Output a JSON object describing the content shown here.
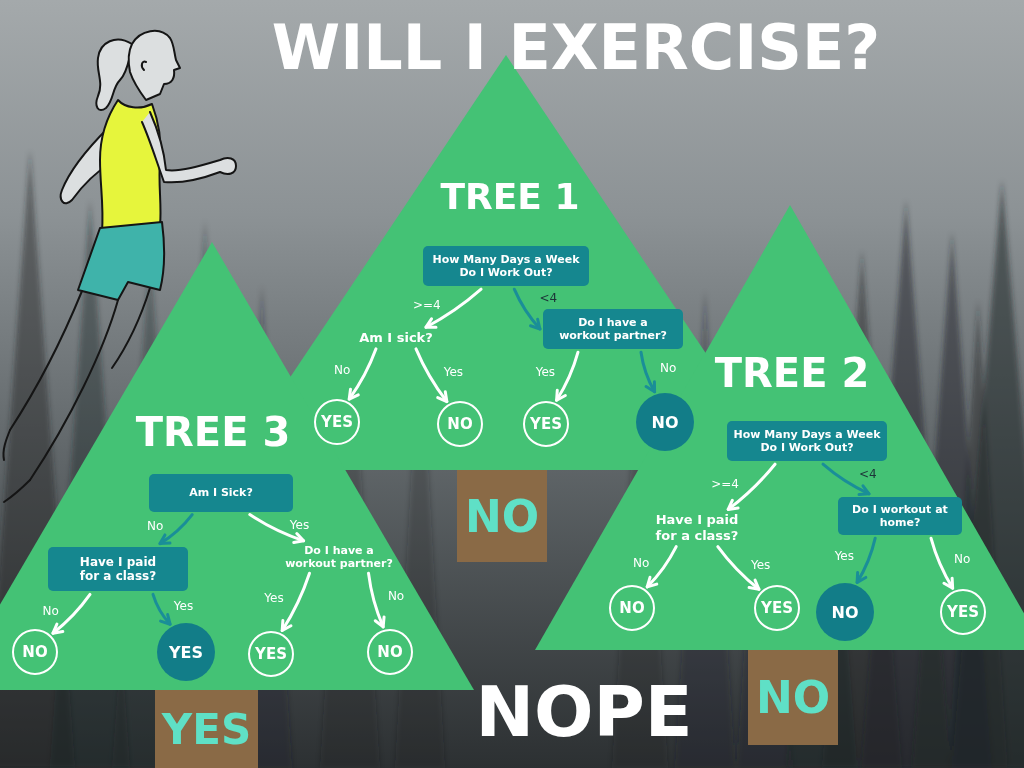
{
  "diagram": {
    "title": "WILL I EXERCISE?",
    "nodes": [
      {
        "text": [
          "TREE 1"
        ]
      },
      {
        "text": [
          "How Many Days a Week Do I Work Out?"
        ],
        "in": 0
      },
      {
        "text": [
          "Am I sick?"
        ],
        "in": 0
      },
      {
        "text": [
          "Do I have a workout partner?"
        ],
        "in": 0
      },
      {
        "text": [
          "YES"
        ],
        "in": 0
      },
      {
        "text": [
          "NO"
        ],
        "in": 0
      },
      {
        "text": [
          "YES"
        ],
        "in": 0
      },
      {
        "text": [
          "NO"
        ],
        "in": 0
      },
      {
        "text": [
          "NO"
        ]
      },
      {
        "text": [
          "TREE 2"
        ]
      },
      {
        "text": [
          "How Many Days a Week Do I Work Out?"
        ],
        "in": 9
      },
      {
        "text": [
          "Have I paid for a class?"
        ],
        "in": 9
      },
      {
        "text": [
          "Do I workout at home?"
        ],
        "in": 9
      },
      {
        "text": [
          "NO"
        ],
        "in": 9
      },
      {
        "text": [
          "YES"
        ],
        "in": 9
      },
      {
        "text": [
          "NO"
        ],
        "in": 9
      },
      {
        "text": [
          "YES"
        ],
        "in": 9
      },
      {
        "text": [
          "NO"
        ]
      },
      {
        "text": [
          "TREE 3"
        ]
      },
      {
        "text": [
          "Am I Sick?"
        ],
        "in": 18
      },
      {
        "text": [
          "Have I paid for a class?"
        ],
        "in": 18
      },
      {
        "text": [
          "Do I have a workout partner?"
        ],
        "in": 18
      },
      {
        "text": [
          "NO"
        ],
        "in": 18
      },
      {
        "text": [
          "YES"
        ],
        "in": 18
      },
      {
        "text": [
          "YES"
        ],
        "in": 18
      },
      {
        "text": [
          "NO"
        ],
        "in": 18
      },
      {
        "text": [
          "YES"
        ]
      }
    ],
    "edges": [
      {
        "from": 1,
        "to": 2,
        "label": ">=4",
        "arrow": "to"
      },
      {
        "from": 1,
        "to": 3,
        "label": "<4",
        "arrow": "to"
      },
      {
        "from": 2,
        "to": 4,
        "label": "No",
        "arrow": "to"
      },
      {
        "from": 2,
        "to": 5,
        "label": "Yes",
        "arrow": "to"
      },
      {
        "from": 3,
        "to": 6,
        "label": "Yes",
        "arrow": "to"
      },
      {
        "from": 3,
        "to": 7,
        "label": "No",
        "arrow": "to"
      },
      {
        "from": 10,
        "to": 11,
        "label": ">=4",
        "arrow": "to"
      },
      {
        "from": 10,
        "to": 12,
        "label": "<4",
        "arrow": "to"
      },
      {
        "from": 11,
        "to": 13,
        "label": "No",
        "arrow": "to"
      },
      {
        "from": 11,
        "to": 14,
        "label": "Yes",
        "arrow": "to"
      },
      {
        "from": 12,
        "to": 15,
        "label": "Yes",
        "arrow": "to"
      },
      {
        "from": 12,
        "to": 16,
        "label": "No",
        "arrow": "to"
      },
      {
        "from": 19,
        "to": 20,
        "label": "No",
        "arrow": "to"
      },
      {
        "from": 19,
        "to": 21,
        "label": "Yes",
        "arrow": "to"
      },
      {
        "from": 20,
        "to": 22,
        "label": "No",
        "arrow": "to"
      },
      {
        "from": 20,
        "to": 23,
        "label": "Yes",
        "arrow": "to"
      },
      {
        "from": 21,
        "to": 24,
        "label": "Yes",
        "arrow": "to"
      },
      {
        "from": 21,
        "to": 25,
        "label": "No",
        "arrow": "to"
      }
    ],
    "labels": [
      "NOPE"
    ]
  }
}
